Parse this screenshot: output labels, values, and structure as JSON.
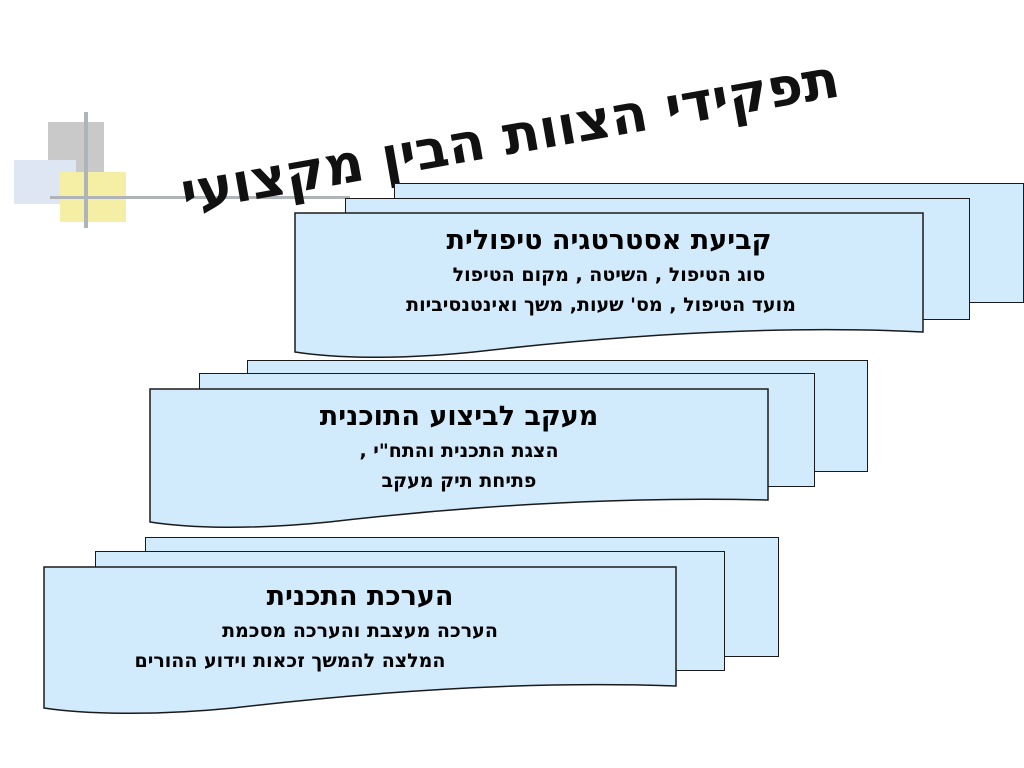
{
  "slide": {
    "title": "תפקידי הצוות הבין מקצועי",
    "ornament_colors": [
      "#c9c9c9",
      "#dde6f2",
      "#f4efa5",
      "#aeb4b8"
    ],
    "card_fill": "#d2ebfc",
    "card_border": "#1a1a1a",
    "cards": [
      {
        "heading": "קביעת אסטרטגיה טיפולית",
        "line1": "סוג הטיפול , השיטה , מקום הטיפול",
        "line2": "מועד הטיפול , מס' שעות, משך ואינטנסיביות"
      },
      {
        "heading": "מעקב לביצוע התוכנית",
        "line1": "הצגת התכנית והתח\"י ,",
        "line2": "פתיחת תיק מעקב"
      },
      {
        "heading": "הערכת התכנית",
        "line1": "הערכה מעצבת והערכה מסכמת",
        "line2": "המלצה להמשך זכאות וידוע ההורים"
      }
    ]
  }
}
